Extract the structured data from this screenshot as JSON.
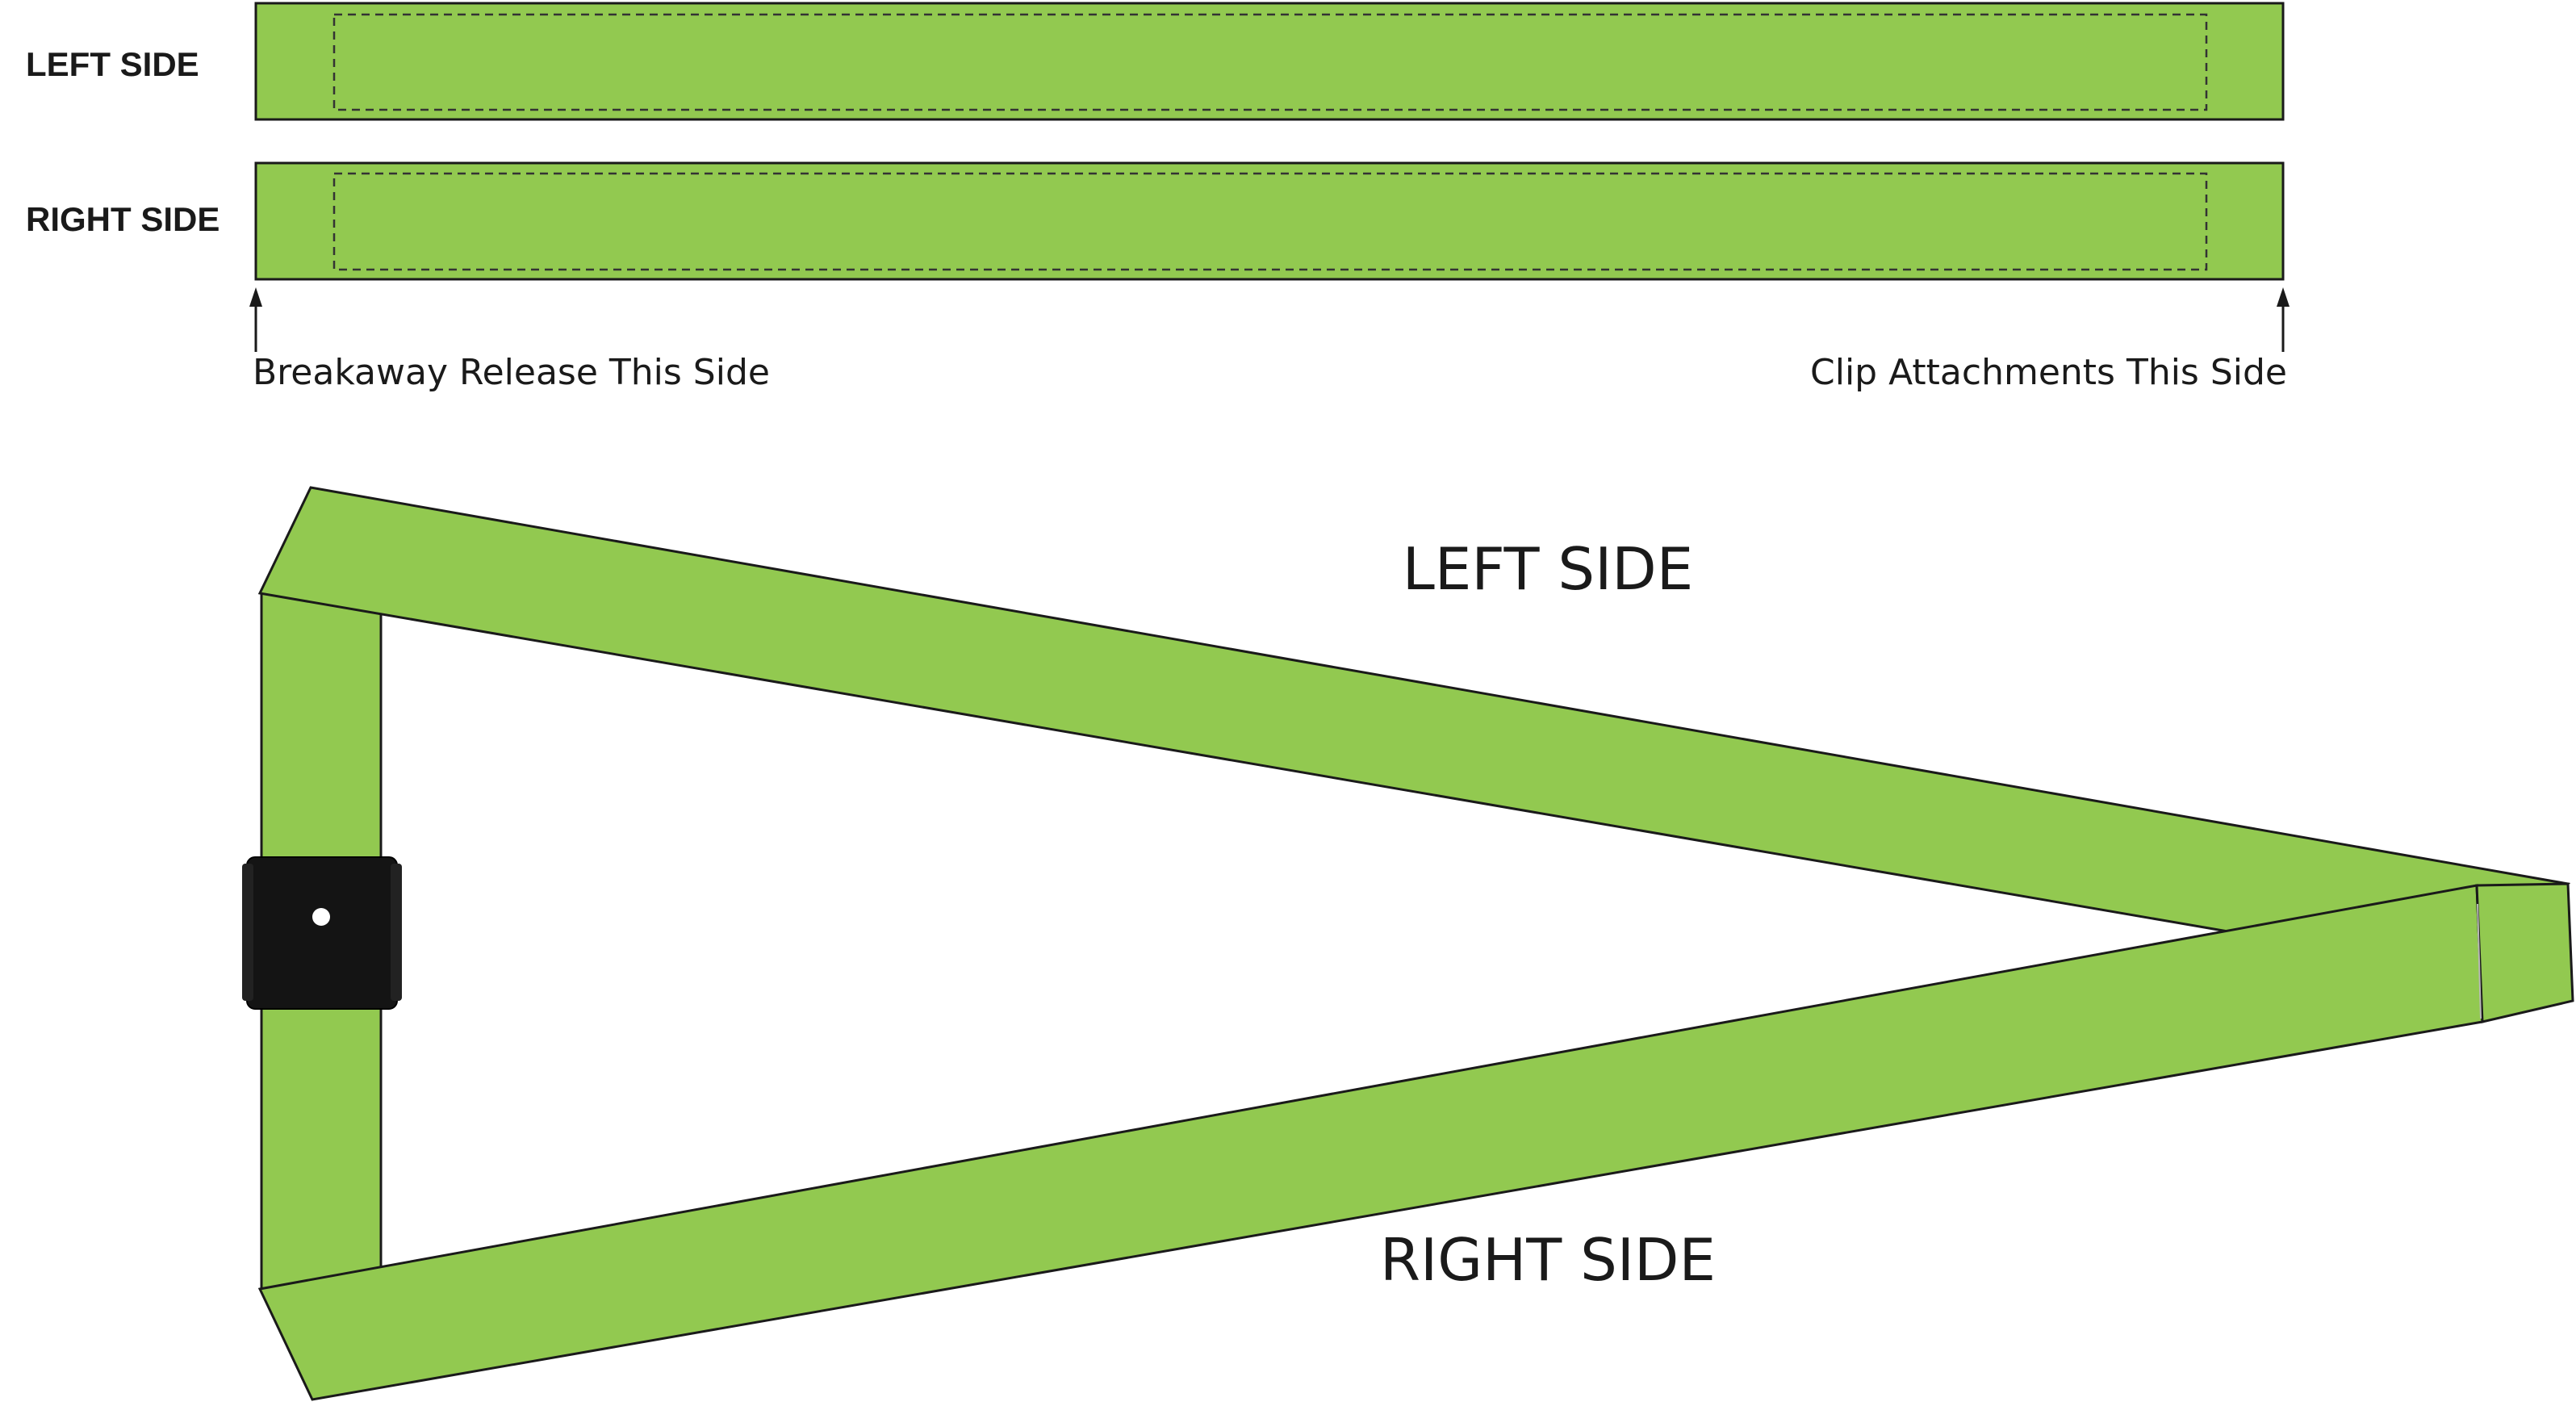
{
  "flat_view": {
    "left_strap_label": "LEFT SIDE",
    "right_strap_label": "RIGHT SIDE",
    "breakaway_note": "Breakaway Release This Side",
    "clip_note": "Clip Attachments This Side"
  },
  "assembled_view": {
    "left_label": "LEFT SIDE",
    "right_label": "RIGHT SIDE"
  },
  "colors": {
    "strap_green": "#92c950",
    "outline": "#1a1a1a",
    "buckle": "#141414"
  },
  "icons": {
    "buckle": "breakaway-buckle-icon",
    "arrows": "arrow-up-icon"
  }
}
